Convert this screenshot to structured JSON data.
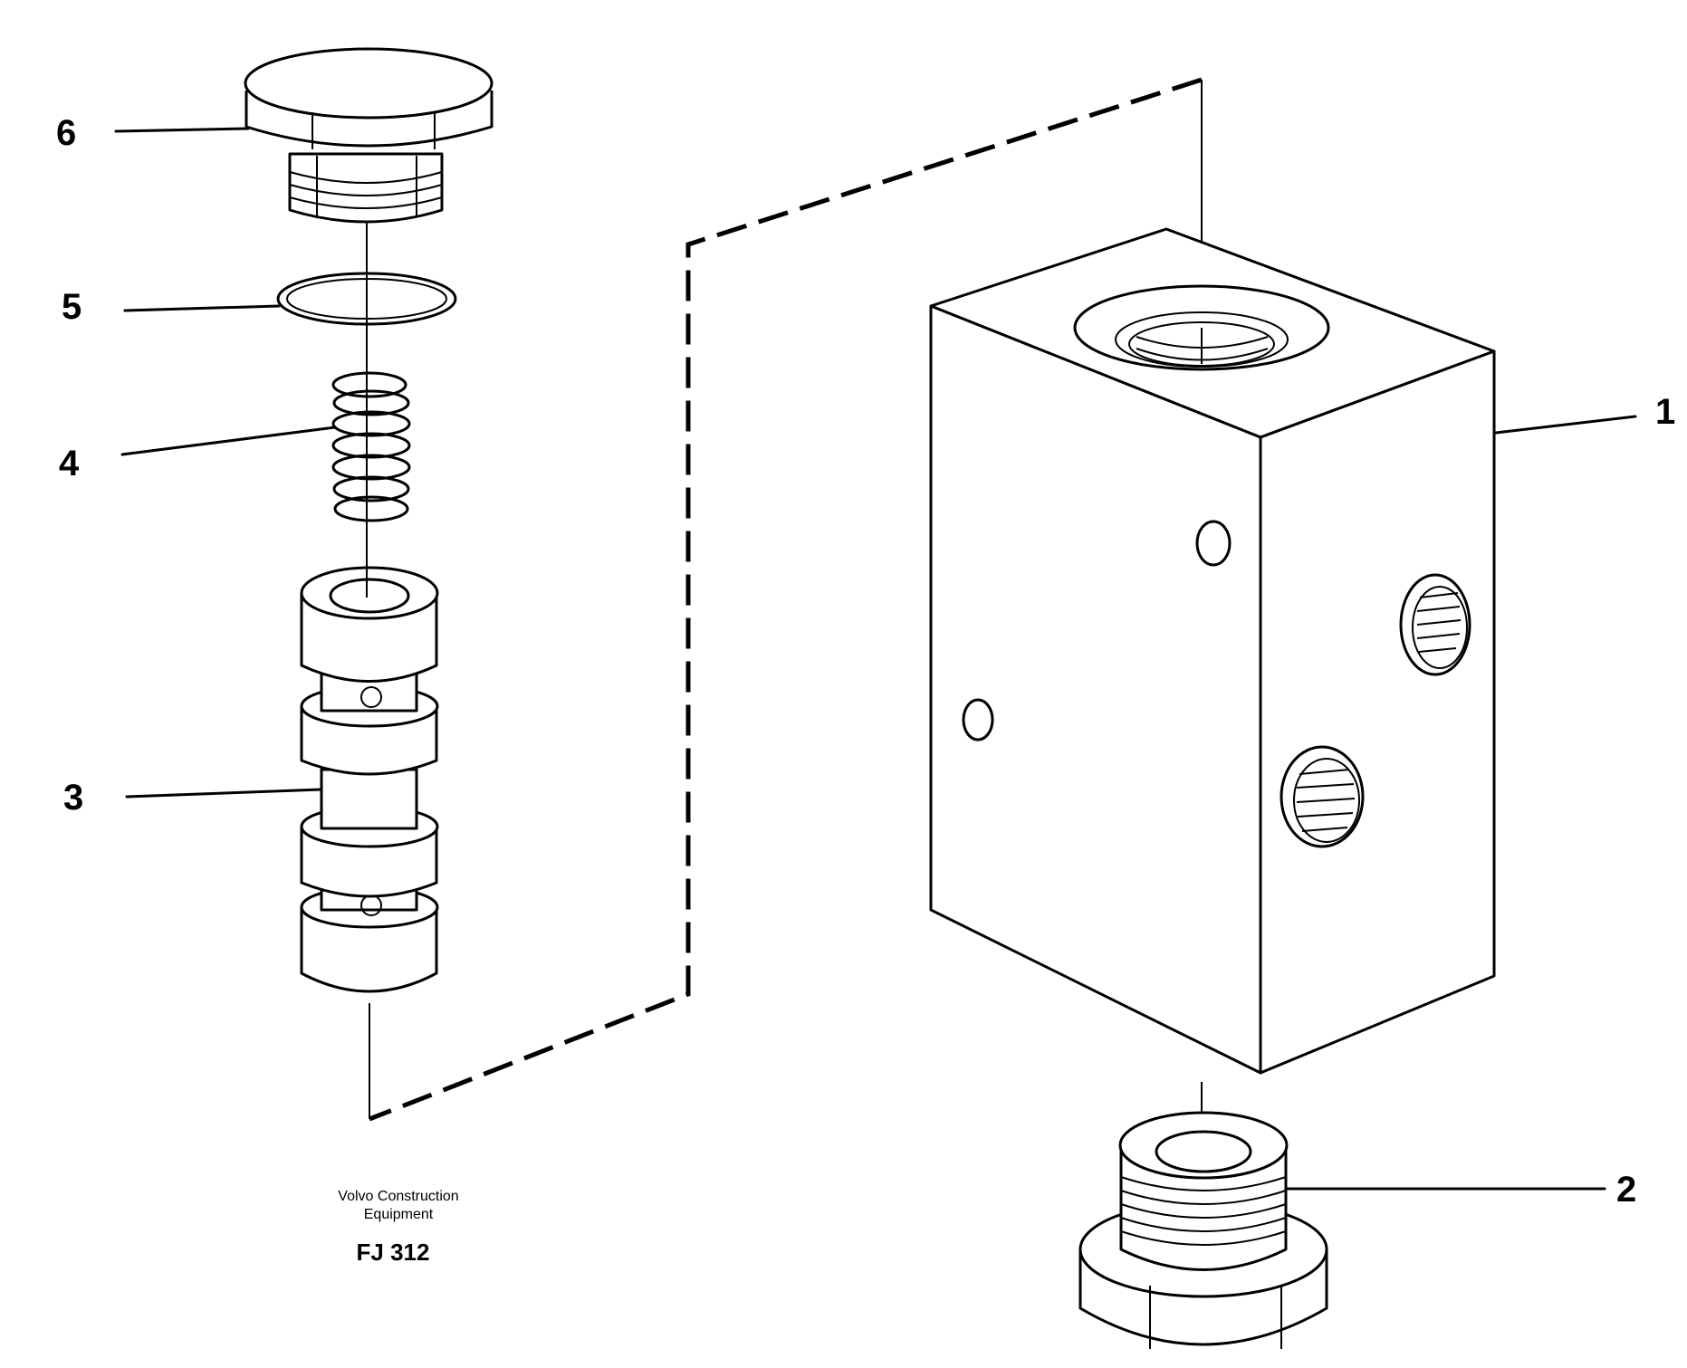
{
  "callouts": {
    "c1": "1",
    "c2": "2",
    "c3": "3",
    "c4": "4",
    "c5": "5",
    "c6": "6"
  },
  "caption": {
    "line1": "Volvo Construction",
    "line2": "Equipment",
    "code": "FJ 312"
  },
  "colors": {
    "ink": "#000000",
    "paper": "#ffffff"
  },
  "parts": {
    "1": "valve-housing-icon",
    "2": "threaded-plug-icon",
    "3": "spool-icon",
    "4": "spring-icon",
    "5": "o-ring-icon",
    "6": "plug-cap-icon"
  }
}
